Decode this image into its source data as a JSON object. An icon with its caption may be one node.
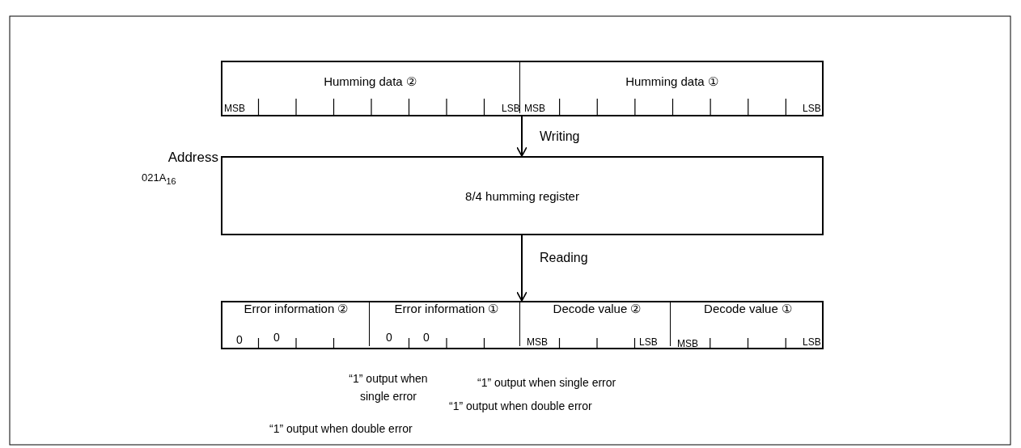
{
  "diagram": {
    "nodes": [
      {
        "text": [],
        "shape": "box"
      },
      {
        "text": [
          "Humming data ②"
        ],
        "in": 0
      },
      {
        "text": [
          "Humming data ①"
        ],
        "in": 0
      },
      {
        "text": [
          "8/4 humming register"
        ],
        "beside": [
          "Address",
          "021A$_{16}$"
        ]
      },
      {
        "text": [],
        "shape": "box"
      },
      {
        "text": [
          "Error information ②"
        ],
        "in": 4
      },
      {
        "text": [
          "Error information ①"
        ],
        "in": 4
      },
      {
        "text": [
          "Decode value ②"
        ],
        "in": 4
      },
      {
        "text": [
          "Decode value ①"
        ],
        "in": 4
      }
    ],
    "edges": [
      {
        "from": 0,
        "to": 3,
        "arrow": "to",
        "label": "Writing"
      },
      {
        "from": 3,
        "to": 4,
        "arrow": "to",
        "label": "Reading"
      }
    ],
    "labels": [
      "MSB",
      "LSB",
      "MSB",
      "LSB",
      "0",
      "0",
      "0",
      "0",
      "MSB",
      "LSB",
      "MSB",
      "LSB",
      "“1” output when single error",
      "“1” output when single error",
      "“1” output when double error",
      "“1” output when double error"
    ]
  }
}
